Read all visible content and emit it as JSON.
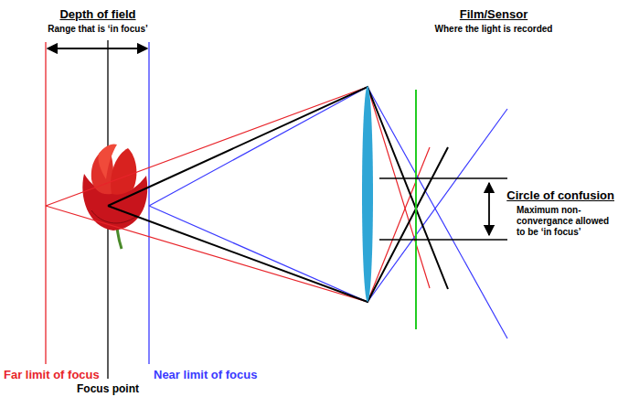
{
  "diagram": {
    "labels": [
      "Depth of field",
      "Range that is ‘in focus’",
      "Film/Sensor",
      "Where the light is recorded",
      "Circle of confusion",
      "Maximum non-convergance allowed to be ‘in focus’",
      "Far limit of focus",
      "Near limit of focus",
      "Focus point"
    ]
  }
}
